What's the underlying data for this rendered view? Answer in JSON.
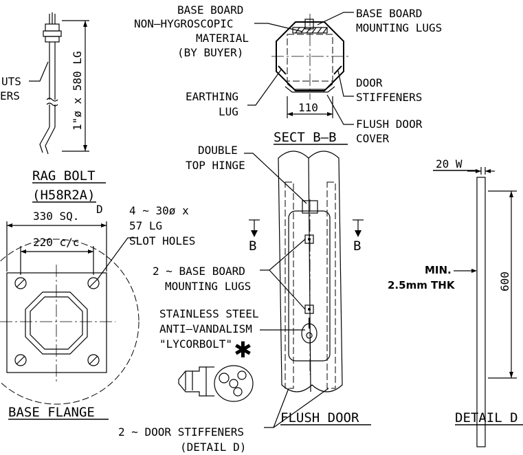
{
  "rag_bolt": {
    "title": "RAG BOLT",
    "code": "(H58R2A)",
    "dim": "1\"ø x 580 LG",
    "label_nuts": "UTS",
    "label_washers": "ERS"
  },
  "section_bb": {
    "title": "SECT B–B",
    "base_board_1": "BASE BOARD",
    "base_board_2": "NON–HYGROSCOPIC",
    "base_board_3": "MATERIAL",
    "base_board_4": "(BY BUYER)",
    "lugs_1": "BASE BOARD",
    "lugs_2": "MOUNTING LUGS",
    "earth_1": "EARTHING",
    "earth_2": "LUG",
    "stiff_1": "DOOR",
    "stiff_2": "STIFFENERS",
    "cover_1": "FLUSH DOOR",
    "cover_2": "COVER",
    "width": "110"
  },
  "base_flange": {
    "title": "BASE FLANGE",
    "size": "330 SQ.",
    "cc": "220 c/c",
    "holes_1": "4 ~ 30ø x",
    "holes_2": "57 LG",
    "holes_3": "SLOT HOLES",
    "detail_ref": "D"
  },
  "flush_door": {
    "title": "FLUSH DOOR",
    "hinge_1": "DOUBLE",
    "hinge_2": "TOP HINGE",
    "section_mark_left": "B",
    "section_mark_right": "B",
    "lugs_1": "2 ~ BASE BOARD",
    "lugs_2": "MOUNTING LUGS",
    "bolt_1": "STAINLESS STEEL",
    "bolt_2": "ANTI–VANDALISM",
    "bolt_3": "\"LYCORBOLT\"",
    "star": "✱",
    "stiff_1": "2 ~ DOOR STIFFENERS",
    "stiff_2": "(DETAIL D)"
  },
  "detail_d": {
    "title": "DETAIL D",
    "width": "20 W",
    "min": "MIN.",
    "thk": "2.5mm THK",
    "length": "600"
  }
}
